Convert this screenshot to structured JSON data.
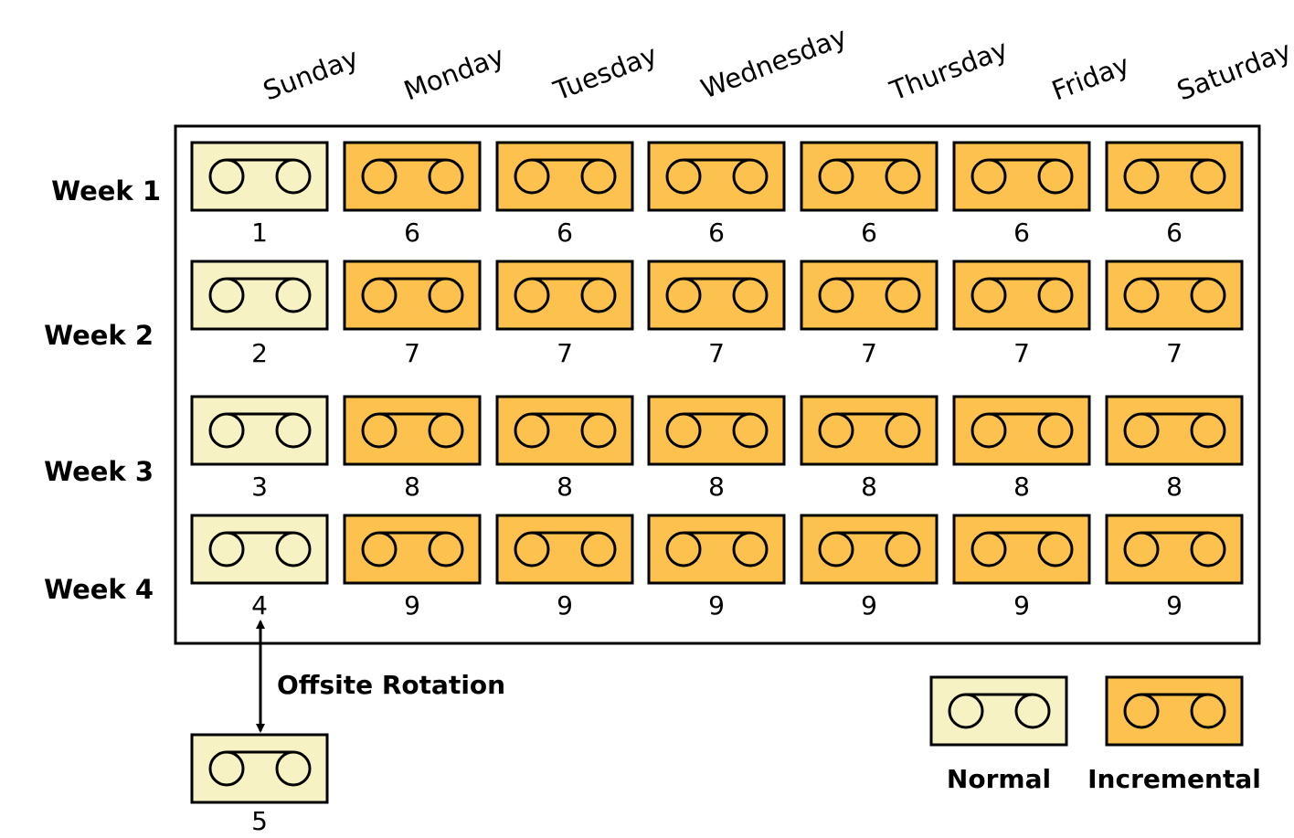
{
  "days": [
    "Sunday",
    "Monday",
    "Tuesday",
    "Wednesday",
    "Thursday",
    "Friday",
    "Saturday"
  ],
  "weeks": [
    {
      "label": "Week 1",
      "tapes": [
        {
          "number": "1",
          "type": "normal"
        },
        {
          "number": "6",
          "type": "incremental"
        },
        {
          "number": "6",
          "type": "incremental"
        },
        {
          "number": "6",
          "type": "incremental"
        },
        {
          "number": "6",
          "type": "incremental"
        },
        {
          "number": "6",
          "type": "incremental"
        },
        {
          "number": "6",
          "type": "incremental"
        }
      ]
    },
    {
      "label": "Week 2",
      "tapes": [
        {
          "number": "2",
          "type": "normal"
        },
        {
          "number": "7",
          "type": "incremental"
        },
        {
          "number": "7",
          "type": "incremental"
        },
        {
          "number": "7",
          "type": "incremental"
        },
        {
          "number": "7",
          "type": "incremental"
        },
        {
          "number": "7",
          "type": "incremental"
        },
        {
          "number": "7",
          "type": "incremental"
        }
      ]
    },
    {
      "label": "Week 3",
      "tapes": [
        {
          "number": "3",
          "type": "normal"
        },
        {
          "number": "8",
          "type": "incremental"
        },
        {
          "number": "8",
          "type": "incremental"
        },
        {
          "number": "8",
          "type": "incremental"
        },
        {
          "number": "8",
          "type": "incremental"
        },
        {
          "number": "8",
          "type": "incremental"
        },
        {
          "number": "8",
          "type": "incremental"
        }
      ]
    },
    {
      "label": "Week 4",
      "tapes": [
        {
          "number": "4",
          "type": "normal"
        },
        {
          "number": "9",
          "type": "incremental"
        },
        {
          "number": "9",
          "type": "incremental"
        },
        {
          "number": "9",
          "type": "incremental"
        },
        {
          "number": "9",
          "type": "incremental"
        },
        {
          "number": "9",
          "type": "incremental"
        },
        {
          "number": "9",
          "type": "incremental"
        }
      ]
    }
  ],
  "offsite": {
    "label": "Offsite Rotation",
    "tape": {
      "number": "5",
      "type": "normal"
    }
  },
  "legend": {
    "normal": "Normal",
    "incremental": "Incremental"
  },
  "colors": {
    "normal_fill": "#f7f2c4",
    "incremental_fill": "#fdc24e",
    "stroke": "#000000"
  },
  "icons": {
    "tape": "tape-cartridge-icon",
    "arrow": "double-arrow-icon"
  }
}
